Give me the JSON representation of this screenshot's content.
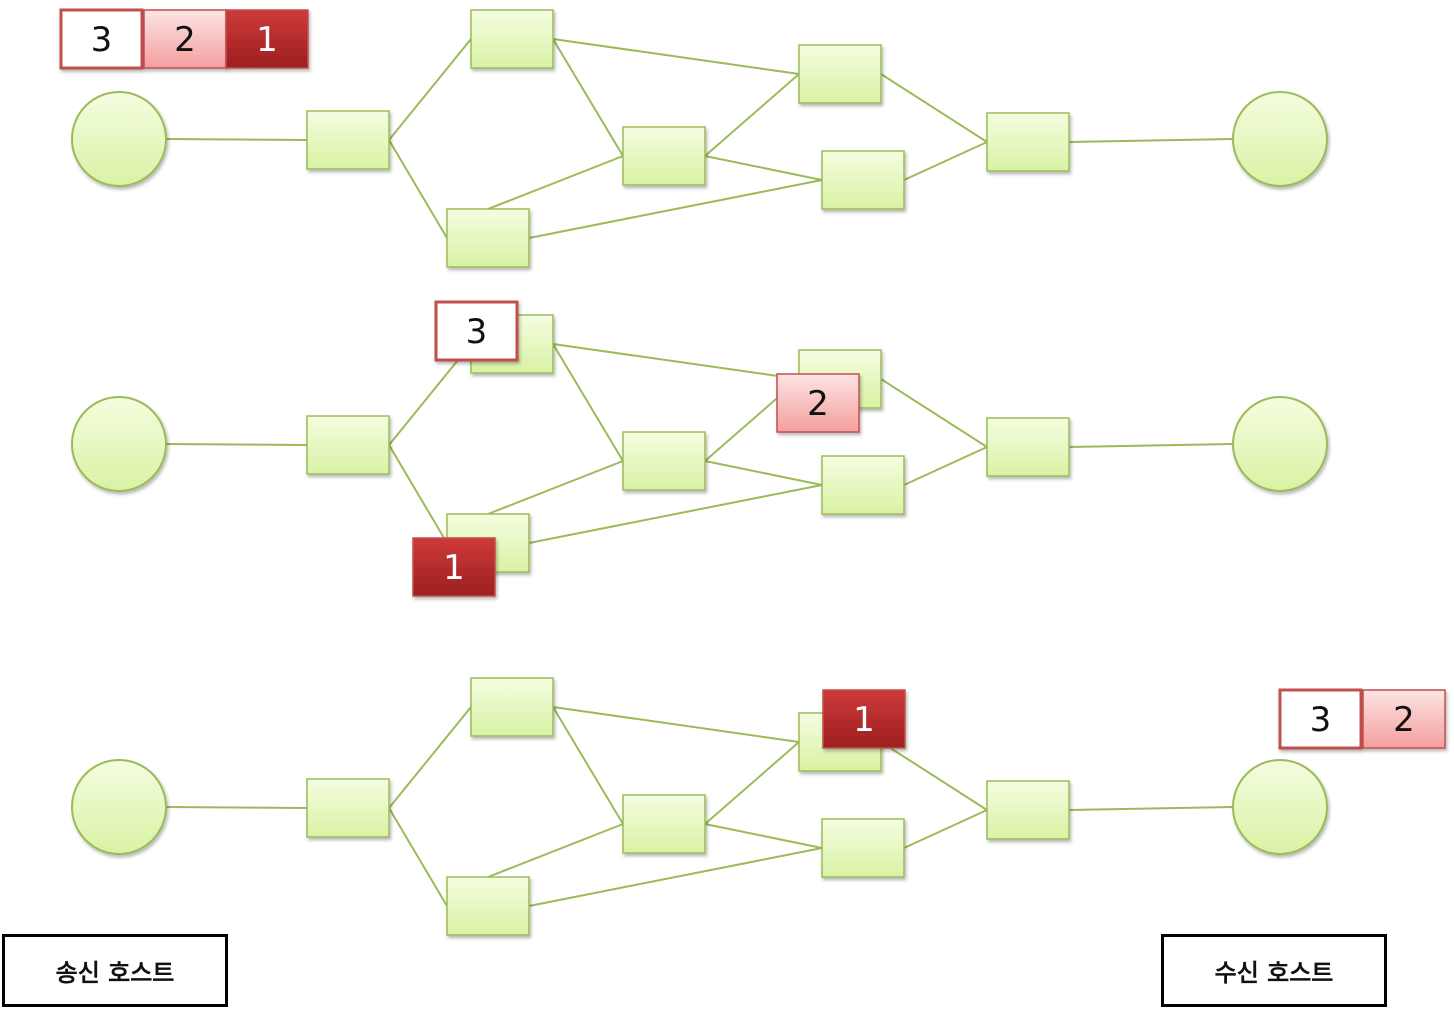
{
  "labels": {
    "sender": "송신 호스트",
    "receiver": "수신 호스트"
  },
  "colors": {
    "node_fill": "#eaf8c4",
    "node_stroke": "#9bbb59",
    "packet_border": "#c0504d",
    "packet_pink": "#f8b4b4",
    "packet_red": "#b52a2a"
  },
  "packets": {
    "stage1": [
      "3",
      "2",
      "1"
    ],
    "stage2": [
      "3",
      "2",
      "1"
    ],
    "stage3": [
      "1",
      "3",
      "2"
    ]
  }
}
